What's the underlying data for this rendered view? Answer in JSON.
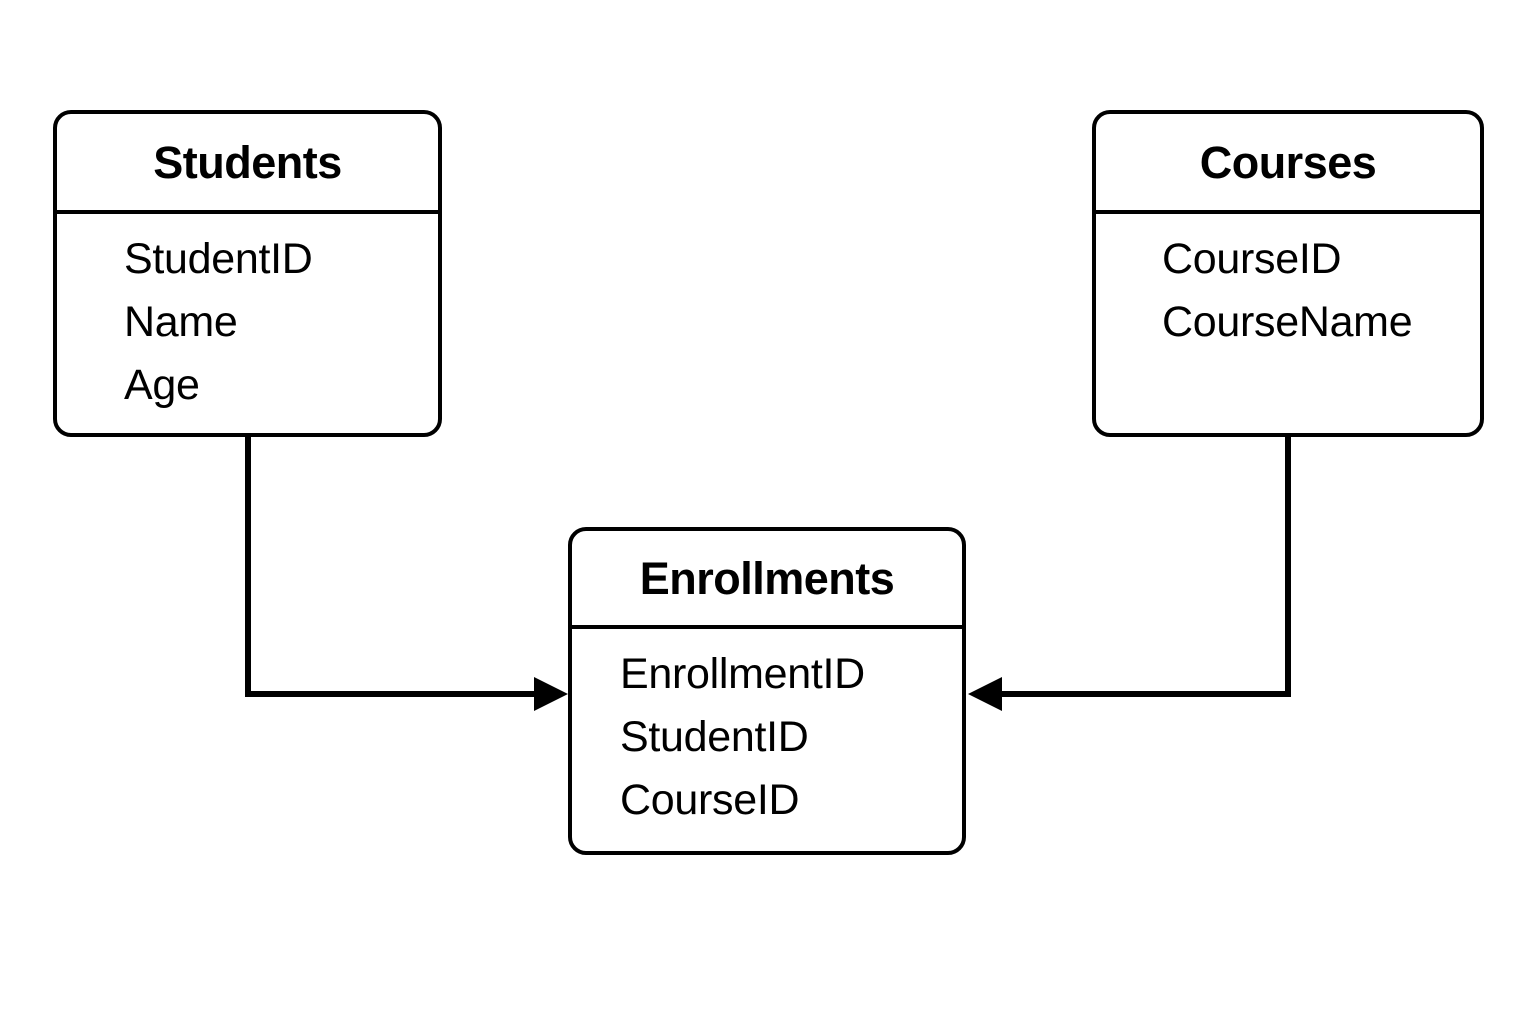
{
  "diagram": {
    "type": "entity-relationship-diagram",
    "background_color": "#ffffff",
    "line_color": "#000000",
    "entities": [
      {
        "id": "students",
        "title": "Students",
        "attributes": [
          "StudentID",
          "Name",
          "Age"
        ]
      },
      {
        "id": "courses",
        "title": "Courses",
        "attributes": [
          "CourseID",
          "CourseName"
        ]
      },
      {
        "id": "enrollments",
        "title": "Enrollments",
        "attributes": [
          "EnrollmentID",
          "StudentID",
          "CourseID"
        ]
      }
    ],
    "relationships": [
      {
        "id": "students-to-enrollments",
        "from": "students",
        "to": "enrollments",
        "arrow": "to-target",
        "style": "orthogonal"
      },
      {
        "id": "courses-to-enrollments",
        "from": "courses",
        "to": "enrollments",
        "arrow": "to-target",
        "style": "orthogonal"
      }
    ]
  }
}
